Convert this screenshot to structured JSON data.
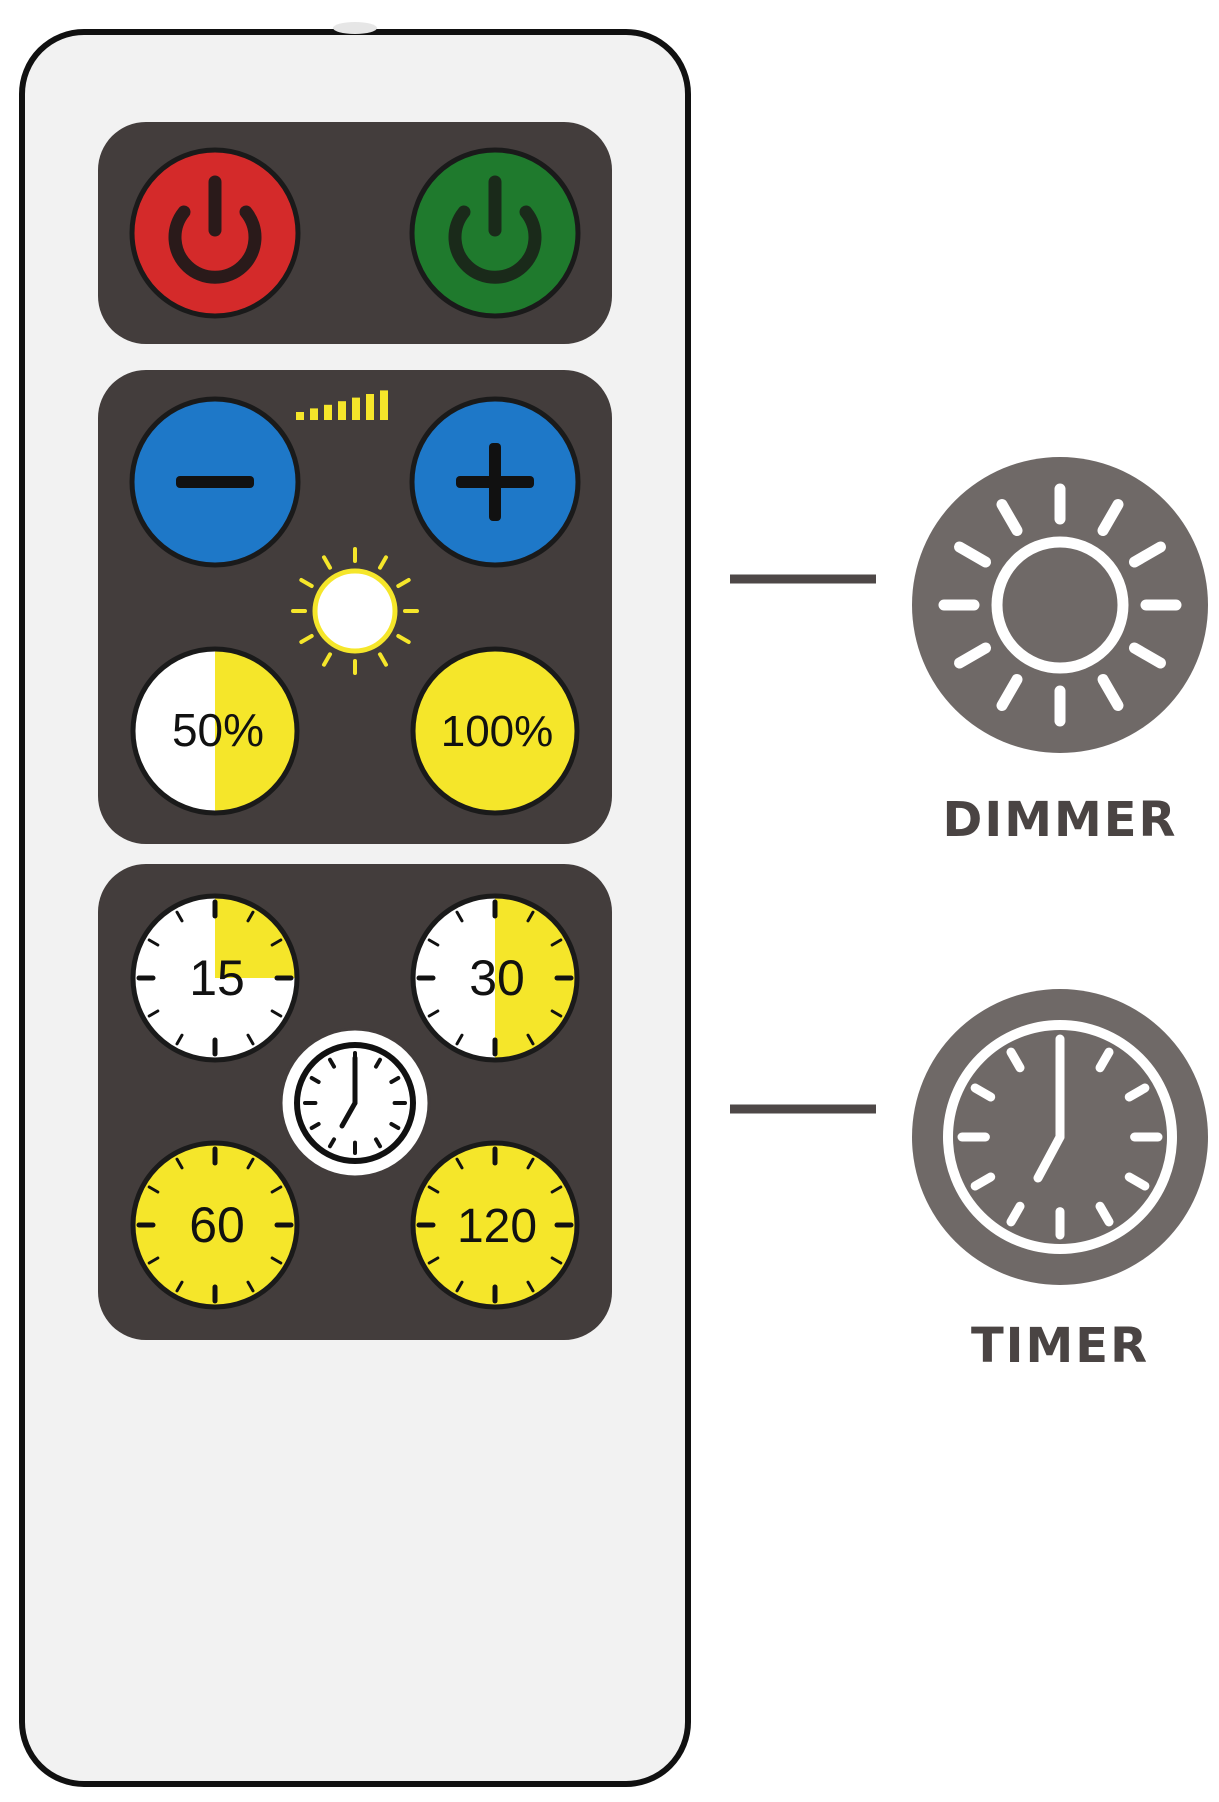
{
  "remote": {
    "power_buttons": [
      {
        "name": "power-off",
        "color": "#d42a2a"
      },
      {
        "name": "power-on",
        "color": "#1f7a2d"
      }
    ],
    "dimmer_buttons": [
      {
        "name": "dim-down",
        "symbol": "−",
        "color": "#1e78c8"
      },
      {
        "name": "dim-up",
        "symbol": "+",
        "color": "#1e78c8"
      }
    ],
    "brightness_presets": [
      {
        "label": "50%",
        "fill_fraction": 0.5
      },
      {
        "label": "100%",
        "fill_fraction": 1.0
      }
    ],
    "timer_presets": [
      {
        "label": "15",
        "fill_fraction": 0.25
      },
      {
        "label": "30",
        "fill_fraction": 0.5
      },
      {
        "label": "60",
        "fill_fraction": 1.0
      },
      {
        "label": "120",
        "fill_fraction": 1.0
      }
    ],
    "colors": {
      "panel": "#433d3c",
      "body": "#f2f2f2",
      "accent_yellow": "#f5e62a",
      "icon_circle": "#6f6967"
    }
  },
  "features": {
    "dimmer": {
      "label": "DIMMER",
      "icon": "sun-icon"
    },
    "timer": {
      "label": "TIMER",
      "icon": "clock-icon"
    }
  }
}
